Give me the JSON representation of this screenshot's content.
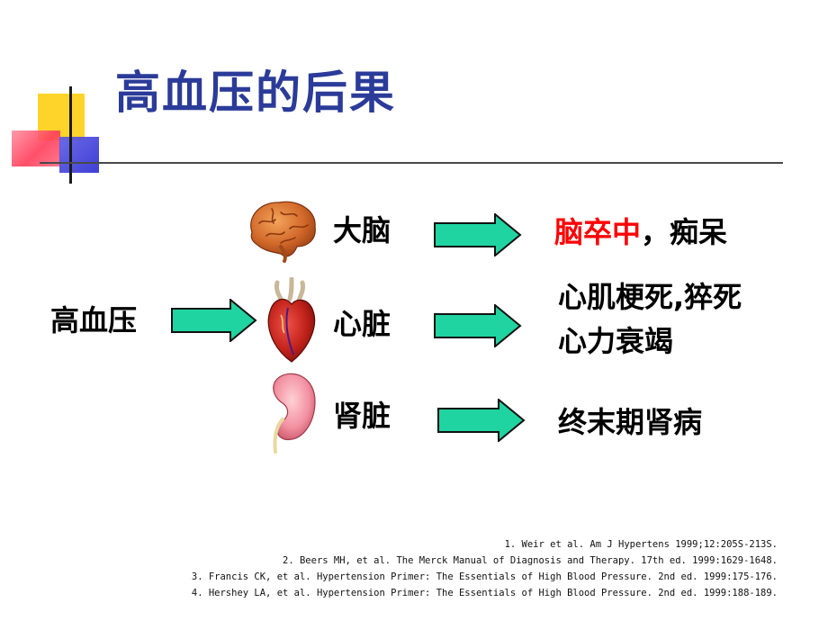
{
  "title": "高血压的后果",
  "source_label": "高血压",
  "organs": [
    {
      "name": "大脑",
      "icon": "brain-icon",
      "outcome_parts": [
        {
          "text": "脑卒中",
          "color": "#ff0000"
        },
        {
          "text": "，痴呆",
          "color": "#000000"
        }
      ]
    },
    {
      "name": "心脏",
      "icon": "heart-icon",
      "outcome_lines": [
        "心肌梗死,猝死",
        "心力衰竭"
      ]
    },
    {
      "name": "肾脏",
      "icon": "kidney-icon",
      "outcome_lines": [
        "终末期肾病"
      ]
    }
  ],
  "references": [
    "1. Weir et al. Am J Hypertens 1999;12:205S-213S.",
    "2. Beers MH, et al. The Merck Manual of Diagnosis and Therapy. 17th ed. 1999:1629-1648.",
    "3. Francis CK, et al. Hypertension Primer: The Essentials of High Blood Pressure. 2nd ed. 1999:175-176.",
    "4. Hershey LA, et al. Hypertension Primer: The Essentials of High Blood Pressure. 2nd ed. 1999:188-189."
  ],
  "colors": {
    "title": "#2b3b99",
    "arrow_fill": "#1fd4a0",
    "highlight": "#ff0000"
  }
}
